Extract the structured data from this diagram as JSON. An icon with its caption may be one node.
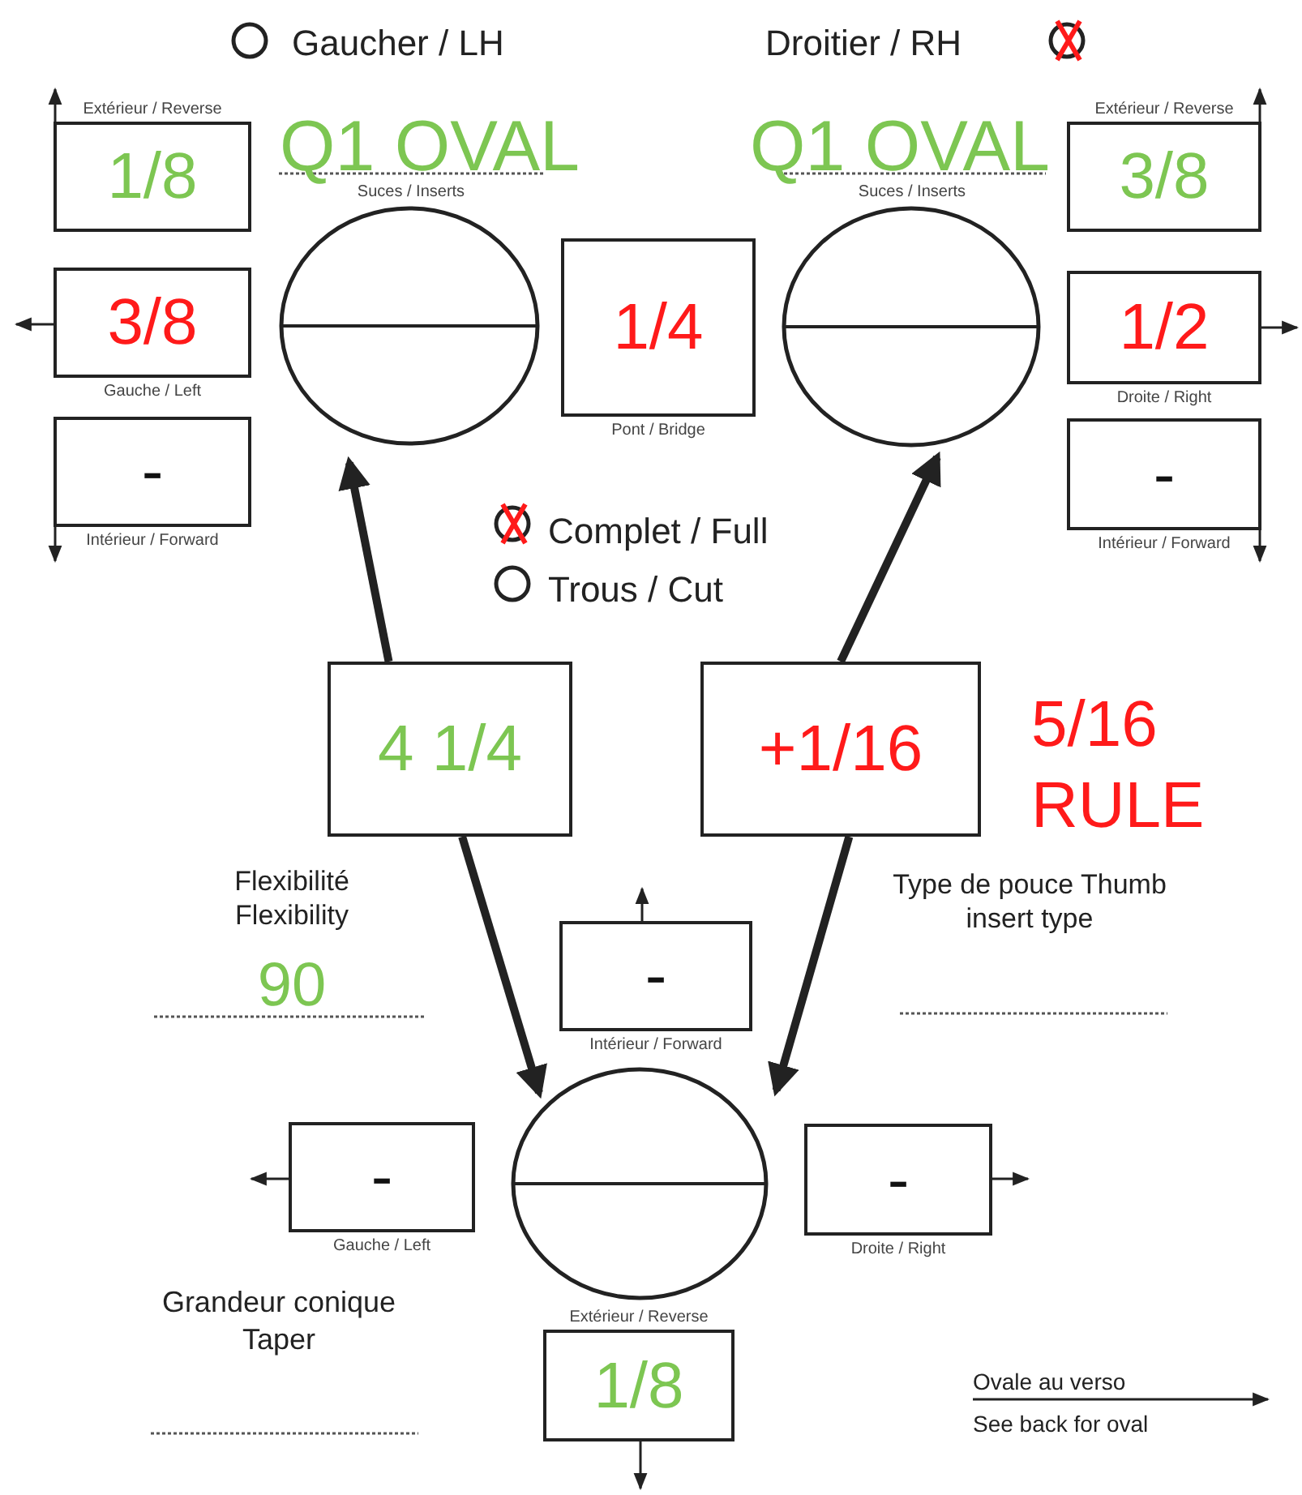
{
  "diagram": {
    "nodes": [
      {
        "text": [
          "1/8"
        ],
        "beside": [
          "Extérieur / Reverse"
        ]
      },
      {
        "text": [],
        "shape": "circle"
      },
      {
        "text": [
          "1/4"
        ],
        "beside": [
          "Pont / Bridge"
        ]
      },
      {
        "text": [],
        "shape": "circle"
      },
      {
        "text": [
          "3/8"
        ],
        "beside": [
          "Extérieur / Reverse"
        ]
      },
      {
        "text": [
          "3/8"
        ],
        "beside": [
          "Gauche / Left"
        ]
      },
      {
        "text": [
          "1/2"
        ],
        "beside": [
          "Droite / Right"
        ]
      },
      {
        "text": [
          "-"
        ],
        "beside": [
          "Intérieur / Forward"
        ]
      },
      {
        "text": [
          "-"
        ],
        "beside": [
          "Intérieur / Forward"
        ]
      },
      {
        "text": [
          "4 1/4"
        ]
      },
      {
        "text": [
          "+1/16"
        ]
      },
      {
        "text": [
          "-"
        ],
        "beside": [
          "Intérieur / Forward"
        ]
      },
      {
        "text": [],
        "shape": "circle"
      },
      {
        "text": [
          "-"
        ],
        "beside": [
          "Gauche / Left"
        ]
      },
      {
        "text": [
          "-"
        ],
        "beside": [
          "Droite / Right"
        ]
      },
      {
        "text": [
          "1/8"
        ],
        "beside": [
          "Extérieur / Reverse"
        ]
      }
    ],
    "edges": [
      {
        "from": 9,
        "to": 1,
        "arrow": "to"
      },
      {
        "from": 9,
        "to": 12,
        "arrow": "to"
      },
      {
        "from": 10,
        "to": 3,
        "arrow": "to"
      },
      {
        "from": 10,
        "to": 12,
        "arrow": "to"
      }
    ],
    "labels": [
      "Gaucher / LH",
      "Droitier / RH",
      "Q1 OVAL",
      "Suces / Inserts",
      "Q1 OVAL",
      "Suces / Inserts",
      "Complet / Full",
      "Trous / Cut",
      "5/16 RULE",
      "Flexibilité Flexibility",
      "90",
      "Type de pouce Thumb insert type",
      "Grandeur conique Taper",
      "Ovale au verso",
      "See back for oval"
    ]
  }
}
